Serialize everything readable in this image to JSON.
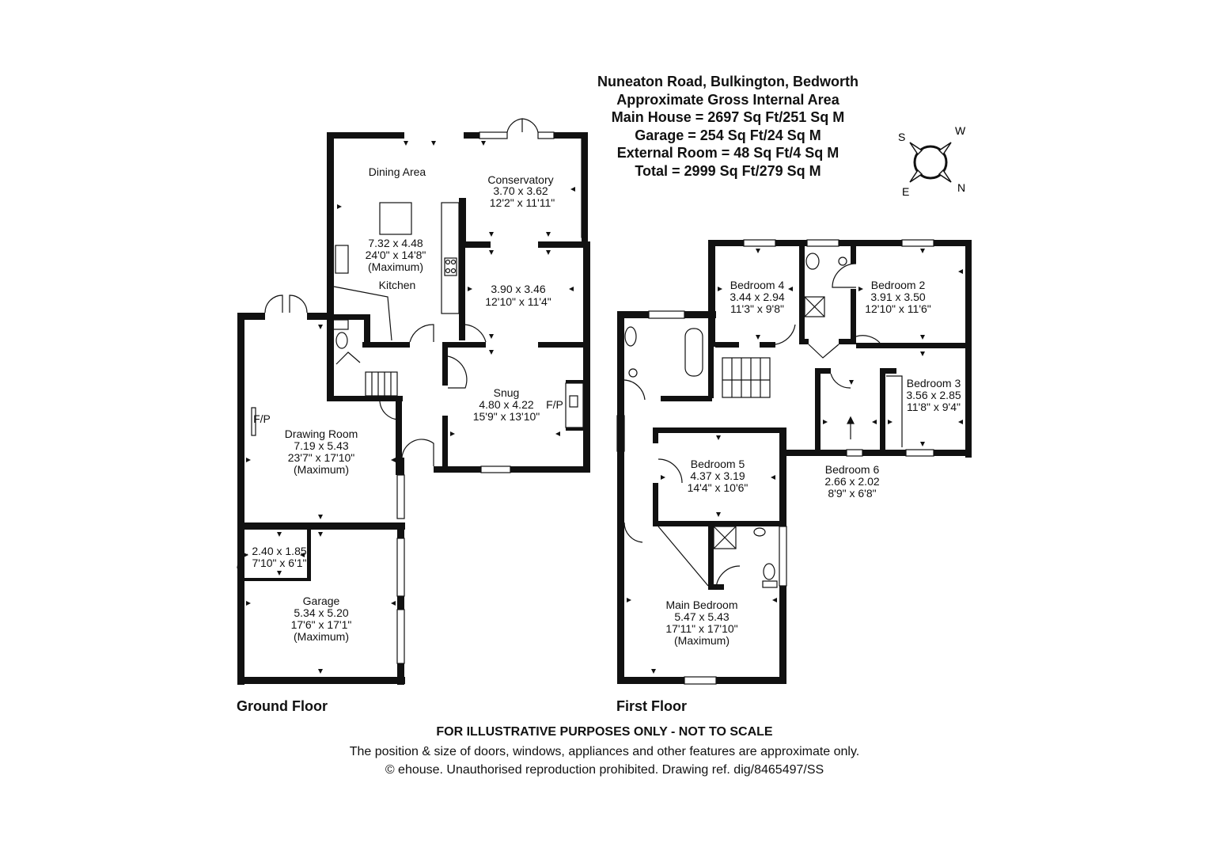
{
  "header": {
    "address": "Nuneaton Road, Bulkington, Bedworth",
    "area_title": "Approximate Gross Internal Area",
    "main_house": "Main House = 2697 Sq Ft/251 Sq M",
    "garage": "Garage = 254 Sq Ft/24 Sq M",
    "external_room": "External Room = 48 Sq Ft/4 Sq M",
    "total": "Total = 2999 Sq Ft/279 Sq M"
  },
  "compass": {
    "s": "S",
    "w": "W",
    "e": "E",
    "n": "N"
  },
  "ground_floor": {
    "label": "Ground Floor",
    "dining_area": "Dining Area",
    "kitchen_dims_m": "7.32 x 4.48",
    "kitchen_dims_ft": "24'0\" x 14'8\"",
    "kitchen_max": "(Maximum)",
    "kitchen": "Kitchen",
    "conservatory": "Conservatory",
    "conservatory_dims_m": "3.70 x 3.62",
    "conservatory_dims_ft": "12'2\" x 11'11\"",
    "room_dims_m": "3.90 x 3.46",
    "room_dims_ft": "12'10\" x 11'4\"",
    "snug": "Snug",
    "snug_dims_m": "4.80 x 4.22",
    "snug_dims_ft": "15'9\" x 13'10\"",
    "fp": "F/P",
    "drawing_room": "Drawing Room",
    "drawing_dims_m": "7.19 x 5.43",
    "drawing_dims_ft": "23'7\" x 17'10\"",
    "drawing_max": "(Maximum)",
    "ext_dims_m": "2.40 x 1.85",
    "ext_dims_ft": "7'10\" x 6'1\"",
    "garage": "Garage",
    "garage_dims_m": "5.34 x 5.20",
    "garage_dims_ft": "17'6\" x 17'1\"",
    "garage_max": "(Maximum)"
  },
  "first_floor": {
    "label": "First Floor",
    "bedroom4": "Bedroom 4",
    "bedroom4_m": "3.44 x 2.94",
    "bedroom4_ft": "11'3\" x 9'8\"",
    "bedroom2": "Bedroom 2",
    "bedroom2_m": "3.91 x 3.50",
    "bedroom2_ft": "12'10\" x 11'6\"",
    "bedroom3": "Bedroom 3",
    "bedroom3_m": "3.56 x 2.85",
    "bedroom3_ft": "11'8\" x 9'4\"",
    "bedroom5": "Bedroom 5",
    "bedroom5_m": "4.37 x 3.19",
    "bedroom5_ft": "14'4\" x 10'6\"",
    "bedroom6": "Bedroom 6",
    "bedroom6_m": "2.66 x 2.02",
    "bedroom6_ft": "8'9\" x 6'8\"",
    "main_bedroom": "Main Bedroom",
    "main_bedroom_m": "5.47 x 5.43",
    "main_bedroom_ft": "17'11\" x 17'10\"",
    "main_bedroom_max": "(Maximum)"
  },
  "footer": {
    "disclaimer": "FOR ILLUSTRATIVE PURPOSES ONLY - NOT TO SCALE",
    "note": "The position & size of doors, windows, appliances and other features are approximate only.",
    "copyright": "© ehouse. Unauthorised reproduction prohibited. Drawing ref. dig/8465497/SS"
  }
}
